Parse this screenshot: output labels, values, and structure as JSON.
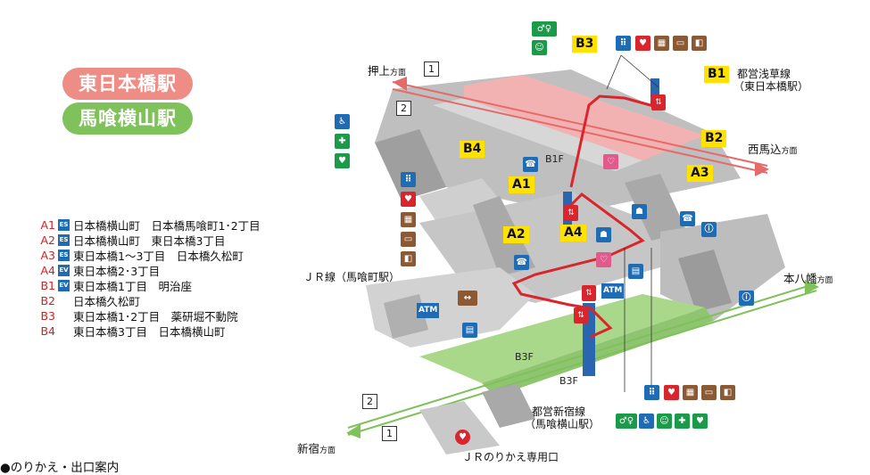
{
  "stations": {
    "higashi_nihombashi": "東日本橋駅",
    "bakuro_yokoyama": "馬喰横山駅"
  },
  "exits": [
    {
      "code": "A1",
      "icon": "ES",
      "text": "日本橋横山町　日本橋馬喰町1･2丁目"
    },
    {
      "code": "A2",
      "icon": "ES",
      "text": "日本橋横山町　東日本橋3丁目"
    },
    {
      "code": "A3",
      "icon": "ES",
      "text": "東日本橋1～3丁目　日本橋久松町"
    },
    {
      "code": "A4",
      "icon": "EV",
      "text": "東日本橋2･3丁目"
    },
    {
      "code": "B1",
      "icon": "EV",
      "text": "東日本橋1丁目　明治座"
    },
    {
      "code": "B2",
      "icon": "",
      "text": "日本橋久松町"
    },
    {
      "code": "B3",
      "icon": "",
      "text": "東日本橋1･2丁目　薬研堀不動院"
    },
    {
      "code": "B4",
      "icon": "",
      "text": "東日本橋3丁目　日本橋横山町"
    }
  ],
  "map": {
    "oshiage": "押上",
    "nishi_magome": "西馬込",
    "motoyawata": "本八幡",
    "shinjuku": "新宿",
    "direction": "方面",
    "asakusa_line_1": "都営浅草線",
    "asakusa_line_2": "（東日本橋駅）",
    "shinjuku_line_1": "都営新宿線",
    "shinjuku_line_2": "（馬喰横山駅）",
    "jr_bakurocho": "ＪＲ線（馬喰町駅）",
    "jr_transfer": "ＪＲのりかえ専用口",
    "b1f": "B1F",
    "b3f_a": "B3F",
    "b3f_b": "B3F",
    "track_1": "1",
    "track_2": "2",
    "track_1b": "1",
    "track_2b": "2",
    "atm": "ATM",
    "exit_labels": {
      "a1": "A1",
      "a2": "A2",
      "a3": "A3",
      "a4": "A4",
      "b1": "B1",
      "b2": "B2",
      "b3": "B3",
      "b4": "B4"
    }
  },
  "footer": "●のりかえ・出口案内",
  "colors": {
    "asakusa_line": "#ee8c86",
    "shinjuku_line": "#7fc15a",
    "route": "#d9262c",
    "elevator_shaft": "#2a66b0"
  }
}
